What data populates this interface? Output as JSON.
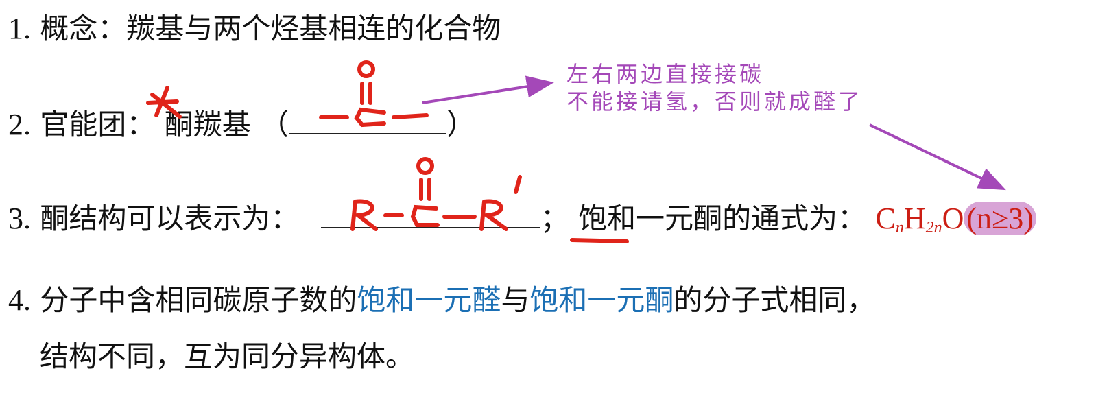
{
  "line1": {
    "num": "1.",
    "text": "概念：羰基与两个烃基相连的化合物"
  },
  "line2": {
    "num": "2.",
    "label": "官能团：",
    "term": "酮羰基",
    "open": "（",
    "close": "）"
  },
  "line3": {
    "num": "3.",
    "label": "酮结构可以表示为：",
    "sep": "；",
    "formula_label": "饱和一元酮的通式为："
  },
  "formula": {
    "c": "C",
    "n1": "n",
    "h": "H",
    "n2": "2n",
    "o": "O",
    "cond": "(n≥3)"
  },
  "line4": {
    "num": "4.",
    "part1": "分子中含相同碳原子数的",
    "aldehyde": "饱和一元醛",
    "part2": "与",
    "ketone": "饱和一元酮",
    "part3": "的分子式相同，",
    "cont": "结构不同，互为同分异构体。"
  },
  "annotation": {
    "line1": "左右两边直接接碳",
    "line2": "不能接请氢，否则就成醛了"
  },
  "handwriting": {
    "carbonyl_o": "O",
    "carbonyl_c": "C",
    "ketone_r1": "R",
    "ketone_c": "C",
    "ketone_r2": "R"
  },
  "colors": {
    "ink_red": "#e0241a",
    "note_purple": "#a448b8",
    "highlight": "#d8a4d6",
    "term_blue": "#1b6fb4"
  }
}
